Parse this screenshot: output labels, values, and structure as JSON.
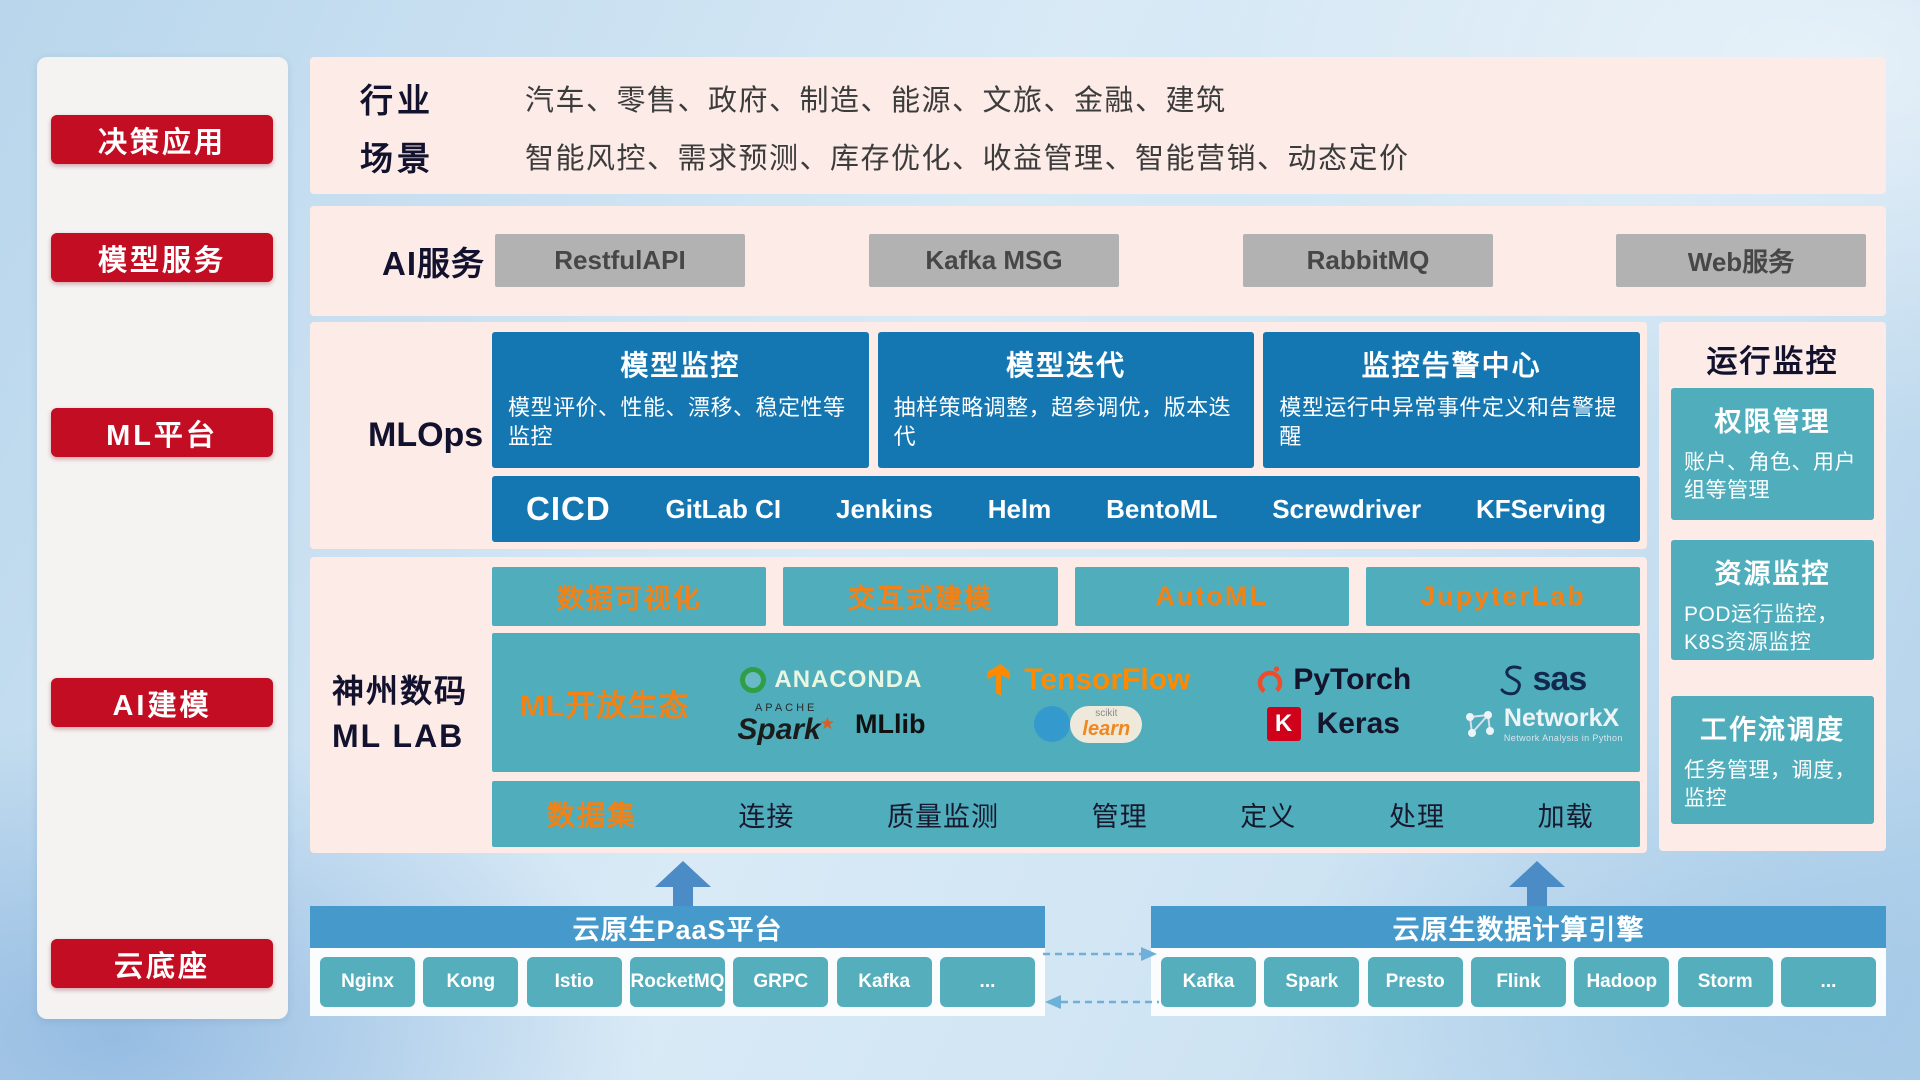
{
  "sidebar": {
    "items": [
      {
        "label": "决策应用"
      },
      {
        "label": "模型服务"
      },
      {
        "label": "ML平台"
      },
      {
        "label": "AI建模"
      },
      {
        "label": "云底座"
      }
    ]
  },
  "industry": {
    "rows": [
      {
        "label": "行业",
        "value": "汽车、零售、政府、制造、能源、文旅、金融、建筑"
      },
      {
        "label": "场景",
        "value": "智能风控、需求预测、库存优化、收益管理、智能营销、动态定价"
      }
    ]
  },
  "ai_service": {
    "label": "AI服务",
    "buttons": [
      "RestfulAPI",
      "Kafka MSG",
      "RabbitMQ",
      "Web服务"
    ]
  },
  "mlops": {
    "label": "MLOps",
    "cards": [
      {
        "title": "模型监控",
        "desc": "模型评价、性能、漂移、稳定性等监控"
      },
      {
        "title": "模型迭代",
        "desc": "抽样策略调整，超参调优，版本迭代"
      },
      {
        "title": "监控告警中心",
        "desc": "模型运行中异常事件定义和告警提醒"
      }
    ],
    "cicd_label": "CICD",
    "cicd_items": [
      "GitLab CI",
      "Jenkins",
      "Helm",
      "BentoML",
      "Screwdriver",
      "KFServing"
    ]
  },
  "mllab": {
    "label_line1": "神州数码",
    "label_line2": "ML LAB",
    "tools": [
      "数据可视化",
      "交互式建模",
      "AutoML",
      "JupyterLab"
    ],
    "ecosystem_label": "ML开放生态",
    "logos": {
      "anaconda": "ANACONDA",
      "tensorflow": "TensorFlow",
      "pytorch": "PyTorch",
      "sas": "sas",
      "apache": "APACHE",
      "spark": "Spark",
      "mllib": "MLlib",
      "scikit": "scikit",
      "learn": "learn",
      "keras_initial": "K",
      "keras": "Keras",
      "networkx": "NetworkX",
      "networkx_sub": "Network Analysis in Python"
    },
    "dataset_label": "数据集",
    "dataset_items": [
      "连接",
      "质量监测",
      "管理",
      "定义",
      "处理",
      "加载"
    ]
  },
  "monitor": {
    "title": "运行监控",
    "cards": [
      {
        "title": "权限管理",
        "desc": "账户、角色、用户组等管理"
      },
      {
        "title": "资源监控",
        "desc": "POD运行监控，K8S资源监控"
      },
      {
        "title": "工作流调度",
        "desc": "任务管理，调度，监控"
      }
    ]
  },
  "foundation": {
    "paas": {
      "title": "云原生PaaS平台",
      "items": [
        "Nginx",
        "Kong",
        "Istio",
        "RocketMQ",
        "GRPC",
        "Kafka",
        "..."
      ]
    },
    "engine": {
      "title": "云原生数据计算引擎",
      "items": [
        "Kafka",
        "Spark",
        "Presto",
        "Flink",
        "Hadoop",
        "Storm",
        "..."
      ]
    }
  }
}
